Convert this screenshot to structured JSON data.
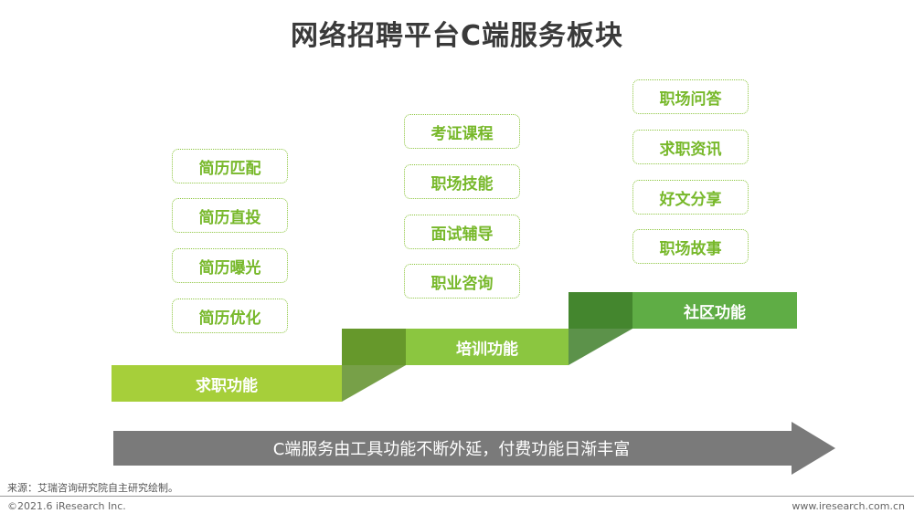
{
  "title": "网络招聘平台C端服务板块",
  "stages": [
    {
      "label": "求职功能",
      "items": [
        "简历匹配",
        "简历直投",
        "简历曝光",
        "简历优化"
      ]
    },
    {
      "label": "培训功能",
      "items": [
        "考证课程",
        "职场技能",
        "面试辅导",
        "职业咨询"
      ]
    },
    {
      "label": "社区功能",
      "items": [
        "职场问答",
        "求职资讯",
        "好文分享",
        "职场故事"
      ]
    }
  ],
  "arrow_text": "C端服务由工具功能不断外延，付费功能日渐丰富",
  "source": "来源：艾瑞咨询研究院自主研究绘制。",
  "copyright": "©2021.6 iResearch Inc.",
  "website": "www.iresearch.com.cn",
  "colors": {
    "step1": "#a6cf3a",
    "step2": "#8bc640",
    "step3": "#5fad45",
    "pill_border": "#8dc63f",
    "pill_text": "#77b82a",
    "arrow": "#7a7a7a"
  }
}
